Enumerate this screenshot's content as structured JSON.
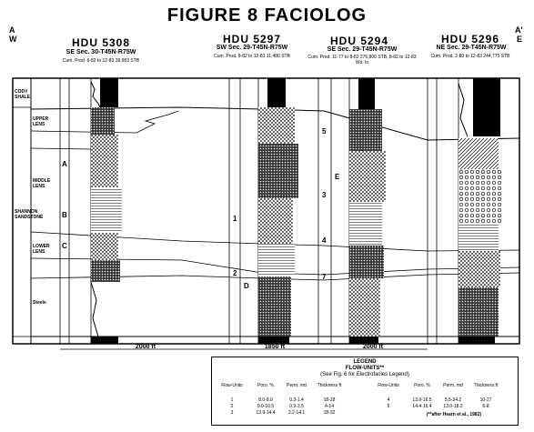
{
  "figure_title": "FIGURE 8   FACIOLOG",
  "directions": {
    "left_letter": "A",
    "left_dir": "W",
    "right_letter": "A'",
    "right_dir": "E"
  },
  "wells": [
    {
      "name": "HDU 5308",
      "location": "SE Sec. 30-T45N-R75W",
      "production": "Cum. Prod. 6-82 to 12-83 39,983 STB"
    },
    {
      "name": "HDU 5297",
      "location": "SW Sec. 29-T45N-R75W",
      "production": "Cum. Prod. 8-82 to 12-83 11,480 STB"
    },
    {
      "name": "HDU 5294",
      "location": "SE Sec. 29-T45N-R75W",
      "production": "Cum. Prod. 11-77 to 8-82 276,800 STB, 8-82 to 12-83 Wo. In"
    },
    {
      "name": "HDU 5296",
      "location": "NE Sec. 29-T45N-R75W",
      "production": "Cum. Prod. 2-80 to 12-83 244,775 STB"
    }
  ],
  "units_left": {
    "cody": "CODY SHALE",
    "upper": "UPPER LENS",
    "mid": "MIDDLE LENS",
    "lower": "LOWER LENS",
    "shannon": "SHANNON SANDSTONE",
    "base": "Steele"
  },
  "unit_letters": [
    "A",
    "B",
    "C",
    "D",
    "E"
  ],
  "unit_numbers": [
    "1",
    "2",
    "3",
    "4",
    "5",
    "7"
  ],
  "distances": [
    "2000 ft",
    "1850 ft",
    "2000 ft"
  ],
  "legend": {
    "title": "LEGEND",
    "subtitle": "FLOW-UNITS**",
    "note": "(See Fig. 6 for Electrofacies Legend)",
    "headers": [
      "Flow-Units",
      "Poro. %",
      "Perm. md",
      "Thickness ft"
    ],
    "left_rows": [
      [
        "1",
        "8.0-8.9",
        "0.3-1.4",
        "18-28"
      ],
      [
        "2",
        "9.0-10.5",
        "0.9-3.5",
        "4-14"
      ],
      [
        "3",
        "13.9-14.4",
        "3.2-14.1",
        "18-32"
      ]
    ],
    "right_rows": [
      [
        "4",
        "13.9-16.5",
        "5.5-34.2",
        "10-27"
      ],
      [
        "5",
        "14.4-16.4",
        "13.0-18.2",
        "6-8"
      ]
    ],
    "credit": "(**after Hearn et al., 1982)"
  }
}
